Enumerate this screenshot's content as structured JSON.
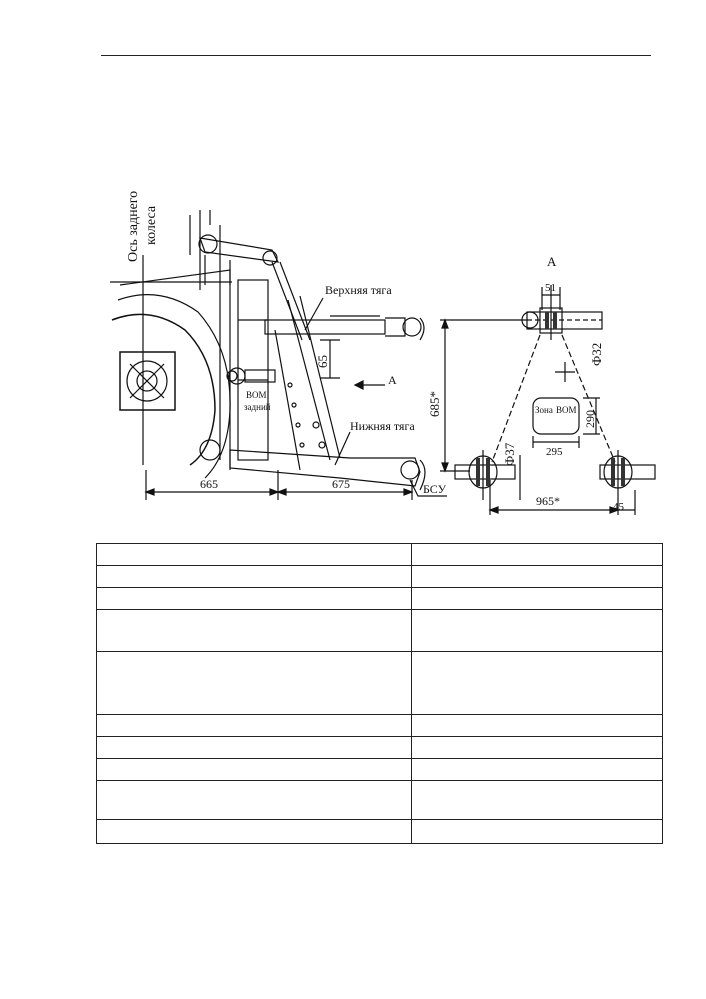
{
  "figure": {
    "axis_label_line1": "Ось заднего",
    "axis_label_line2": "колеса",
    "view_letter": "А",
    "arrow_label": "А",
    "upper_link": "Верхняя тяга",
    "lower_link": "Нижняя тяга",
    "pto_line1": "ВОМ",
    "pto_line2": "задний",
    "dim_65": "65",
    "dim_665": "665",
    "dim_675": "675",
    "dim_685": "685*",
    "dim_51": "51",
    "dim_f32": "Ф32",
    "dim_f37": "Ф37",
    "dim_290": "290",
    "dim_295": "295",
    "dim_965": "965*",
    "dim_45": "45",
    "bsu": "БСУ",
    "zone_word": "Зона",
    "zone_pto": "ВОМ"
  },
  "table": {
    "rows": [
      {
        "c1": "",
        "c2": "",
        "h": 22
      },
      {
        "c1": "",
        "c2": "",
        "h": 22
      },
      {
        "c1": "",
        "c2": "",
        "h": 22
      },
      {
        "c1": "",
        "c2": "",
        "h": 42
      },
      {
        "c1": "",
        "c2": "",
        "h": 63
      },
      {
        "c1": "",
        "c2": "",
        "h": 22
      },
      {
        "c1": "",
        "c2": "",
        "h": 22
      },
      {
        "c1": "",
        "c2": "",
        "h": 22
      },
      {
        "c1": "",
        "c2": "",
        "h": 39
      },
      {
        "c1": "",
        "c2": "",
        "h": 24
      }
    ]
  }
}
